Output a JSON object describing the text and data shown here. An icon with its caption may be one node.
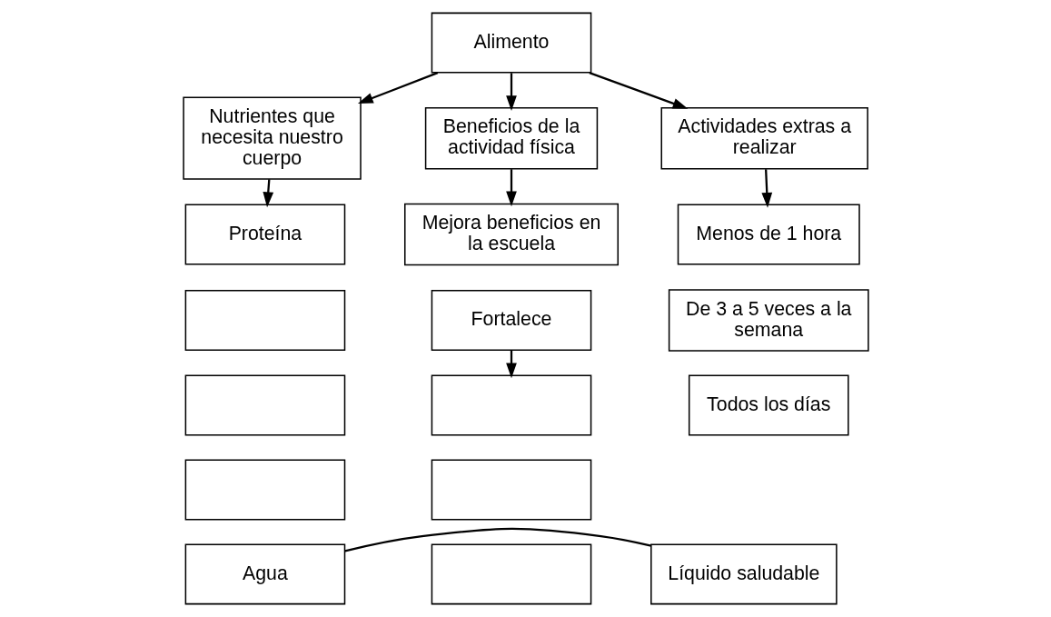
{
  "diagram": {
    "nodes": [
      {
        "text": [
          "Alimento"
        ]
      },
      {
        "text": [
          "Nutrientes que necesita nuestro cuerpo"
        ]
      },
      {
        "text": [
          "Beneficios de la actividad física"
        ]
      },
      {
        "text": [
          "Actividades extras a realizar"
        ]
      },
      {
        "text": [
          "Proteína"
        ]
      },
      {
        "text": [],
        "shape": "box"
      },
      {
        "text": [],
        "shape": "box"
      },
      {
        "text": [],
        "shape": "box"
      },
      {
        "text": [
          "Agua"
        ]
      },
      {
        "text": [
          "Líquido saludable"
        ]
      },
      {
        "text": [
          "Mejora beneficios en la escuela"
        ]
      },
      {
        "text": [
          "Fortalece"
        ]
      },
      {
        "text": [],
        "shape": "box"
      },
      {
        "text": [],
        "shape": "box"
      },
      {
        "text": [],
        "shape": "box"
      },
      {
        "text": [
          "Menos de 1 hora"
        ]
      },
      {
        "text": [
          "De 3 a 5 veces a la semana"
        ]
      },
      {
        "text": [
          "Todos los días"
        ]
      }
    ],
    "edges": [
      {
        "from": 0,
        "to": 1,
        "arrow": "to"
      },
      {
        "from": 0,
        "to": 2,
        "arrow": "to"
      },
      {
        "from": 0,
        "to": 3,
        "arrow": "to"
      },
      {
        "from": 1,
        "to": 4,
        "arrow": "to"
      },
      {
        "from": 2,
        "to": 10,
        "arrow": "to"
      },
      {
        "from": 11,
        "to": 12,
        "arrow": "to"
      },
      {
        "from": 3,
        "to": 15,
        "arrow": "to"
      },
      {
        "from": 8,
        "to": 9,
        "arrow": "none"
      }
    ]
  }
}
